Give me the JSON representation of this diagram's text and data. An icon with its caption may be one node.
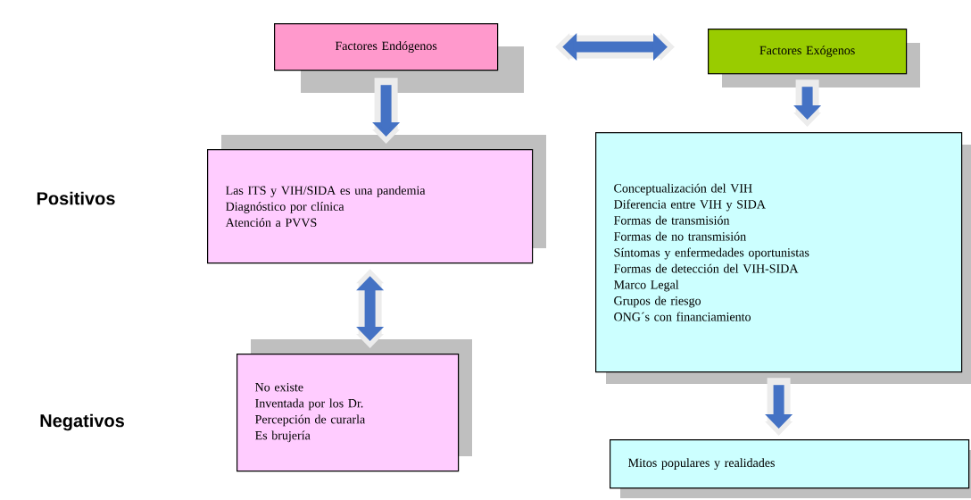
{
  "diagram": {
    "nodes": [
      {
        "text": [
          "Factores Endógenos"
        ]
      },
      {
        "text": [
          "Factores Exógenos"
        ]
      },
      {
        "text": [
          "Las ITS y VIH/SIDA es una pandemia",
          "Diagnóstico por clínica",
          "Atención a PVVS"
        ]
      },
      {
        "text": [
          "Conceptualización del VIH",
          "Diferencia entre VIH y SIDA",
          "Formas de transmisión",
          "Formas de no transmisión",
          "Síntomas y enfermedades oportunistas",
          "Formas de detección del VIH-SIDA",
          "Marco Legal",
          "Grupos de riesgo",
          "ONG´s con financiamiento"
        ]
      },
      {
        "text": [
          "No existe",
          "Inventada por los Dr.",
          "Percepción de curarla",
          "Es brujería"
        ]
      },
      {
        "text": [
          "Mitos populares y realidades"
        ]
      }
    ],
    "edges": [
      {
        "from": 0,
        "to": 1,
        "arrow": "both"
      },
      {
        "from": 0,
        "to": 2,
        "arrow": "to"
      },
      {
        "from": 2,
        "to": 4,
        "arrow": "both"
      },
      {
        "from": 1,
        "to": 3,
        "arrow": "to"
      },
      {
        "from": 3,
        "to": 5,
        "arrow": "to"
      }
    ],
    "labels": [
      "Positivos",
      "Negativos"
    ]
  }
}
